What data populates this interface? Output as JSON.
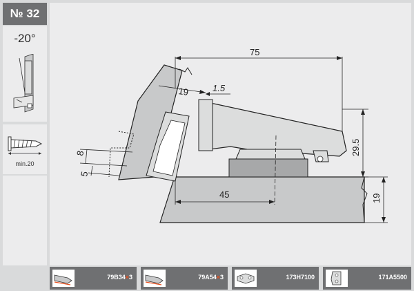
{
  "badge": {
    "number": "№ 32"
  },
  "sidebar": {
    "angle_label": "-20°",
    "screw_label": "min.20"
  },
  "diagram": {
    "dims": {
      "d75": "75",
      "d19_top": "19",
      "d1_5": "1.5",
      "d29_5": "29.5",
      "d8": "8",
      "d5": "5",
      "d45": "45",
      "d19_right": "19"
    }
  },
  "footer": {
    "codes": [
      {
        "pre": "79B34",
        "x": "×",
        "post": "3",
        "icon": "hinge-arm-icon"
      },
      {
        "pre": "79A54",
        "x": "×",
        "post": "3",
        "icon": "hinge-arm-icon"
      },
      {
        "pre": "173H7100",
        "x": "",
        "post": "",
        "icon": "mounting-plate-icon"
      },
      {
        "pre": "171A5500",
        "x": "",
        "post": "",
        "icon": "clip-plate-icon"
      }
    ]
  },
  "colors": {
    "badge_bg": "#6f7072",
    "panel_bg": "#ececed",
    "page_bg": "#d9dadb",
    "cabinet_wall": "#c8c9ca",
    "hinge_body": "#dcdddd",
    "accent": "#e94e1b"
  }
}
